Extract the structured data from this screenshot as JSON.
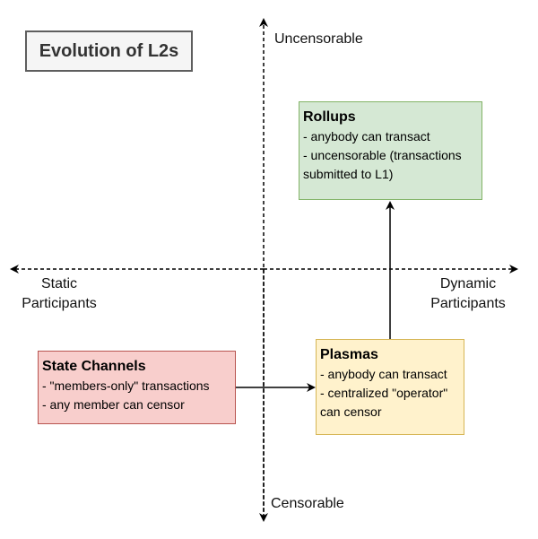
{
  "title": "Evolution of L2s",
  "axes": {
    "top": "Uncensorable",
    "bottom": "Censorable",
    "left": [
      "Static",
      "Participants"
    ],
    "right": [
      "Dynamic",
      "Participants"
    ]
  },
  "boxes": {
    "rollups": {
      "title": "Rollups",
      "lines": [
        "- anybody can transact",
        "- uncensorable (transactions",
        "submitted to L1)"
      ]
    },
    "plasmas": {
      "title": "Plasmas",
      "lines": [
        "- anybody can transact",
        "- centralized \"operator\"",
        "can censor"
      ]
    },
    "state_channels": {
      "title": "State Channels",
      "lines": [
        "- \"members-only\" transactions",
        "- any member can censor"
      ]
    }
  },
  "colors": {
    "rollups_fill": "#d5e8d4",
    "rollups_border": "#82b366",
    "plasmas_fill": "#fff2cc",
    "plasmas_border": "#d6b656",
    "channels_fill": "#f8cecc",
    "channels_border": "#b85450"
  }
}
